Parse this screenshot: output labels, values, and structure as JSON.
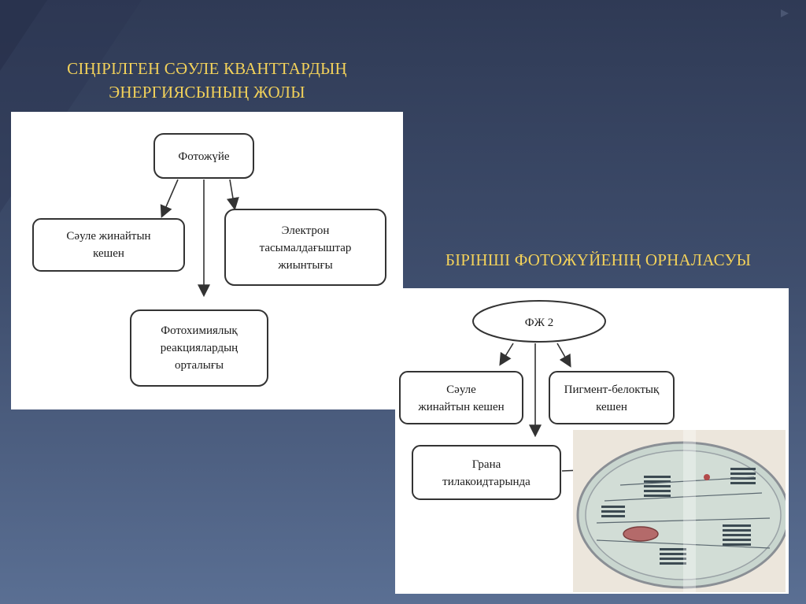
{
  "slide": {
    "title1_line1": "СІҢІРІЛГЕН СӘУЛЕ КВАНТТАРДЫҢ",
    "title1_line2": "ЭНЕРГИЯСЫНЫҢ ЖОЛЫ",
    "title2": "БІРІНШІ ФОТОЖҮЙЕНІҢ ОРНАЛАСУЫ"
  },
  "diagram1": {
    "root": "Фотожүйе",
    "left_line1": "Сәуле жинайтын",
    "left_line2": "кешен",
    "right_line1": "Электрон",
    "right_line2": "тасымалдағыштар",
    "right_line3": "жиынтығы",
    "bottom_line1": "Фотохимиялық",
    "bottom_line2": "реакциялардың",
    "bottom_line3": "орталығы"
  },
  "diagram2": {
    "root": "ФЖ 2",
    "left_line1": "Сәуле",
    "left_line2": "жинайтын кешен",
    "right_line1": "Пигмент-белоктық",
    "right_line2": "кешен",
    "bottom_line1": "Грана",
    "bottom_line2": "тилакоидтарында"
  },
  "colors": {
    "title": "#f2d15a",
    "background_top": "#2f3a55",
    "background_bottom": "#5a6f93"
  }
}
